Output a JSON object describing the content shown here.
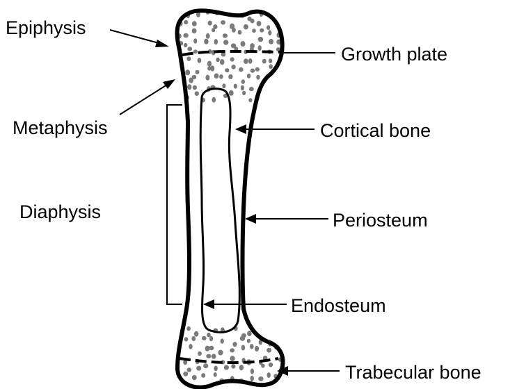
{
  "labels": {
    "epiphysis": "Epiphysis",
    "growth_plate": "Growth plate",
    "metaphysis": "Metaphysis",
    "cortical_bone": "Cortical bone",
    "diaphysis": "Diaphysis",
    "periosteum": "Periosteum",
    "endosteum": "Endosteum",
    "trabecular_bone": "Trabecular bone"
  },
  "colors": {
    "outline": "#000000",
    "trabecular_dots": "#7a7a7a",
    "background": "#ffffff"
  }
}
